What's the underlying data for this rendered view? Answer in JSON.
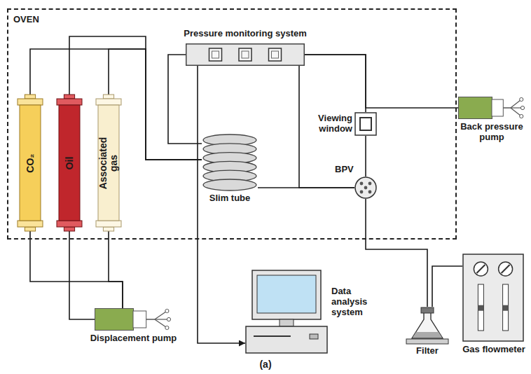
{
  "diagram": {
    "caption": "(a)",
    "nodes": [
      {
        "text": [
          "OVEN"
        ]
      },
      {
        "text": [
          "CO₂"
        ],
        "in": 0
      },
      {
        "text": [
          "Oil"
        ],
        "in": 0
      },
      {
        "text": [
          "Associated gas"
        ],
        "in": 0
      },
      {
        "text": [
          "Pressure monitoring system"
        ],
        "in": 0
      },
      {
        "text": [
          "Slim tube"
        ],
        "in": 0
      },
      {
        "text": [
          "Viewing window"
        ],
        "in": 0
      },
      {
        "text": [
          "BPV"
        ],
        "in": 0
      },
      {
        "text": [
          "Back pressure pump"
        ]
      },
      {
        "text": [
          "Displacement pump"
        ]
      },
      {
        "text": [
          "Data analysis system"
        ]
      },
      {
        "text": [
          "Filter"
        ]
      },
      {
        "text": [
          "Gas flowmeter"
        ]
      }
    ],
    "edges": [
      {
        "from": 1,
        "to": 5,
        "arrow": "none"
      },
      {
        "from": 2,
        "to": 5,
        "arrow": "none"
      },
      {
        "from": 3,
        "to": 5,
        "arrow": "none"
      },
      {
        "from": 9,
        "to": 1,
        "arrow": "none"
      },
      {
        "from": 9,
        "to": 2,
        "arrow": "none"
      },
      {
        "from": 9,
        "to": 3,
        "arrow": "none"
      },
      {
        "from": 4,
        "to": 5,
        "arrow": "none"
      },
      {
        "from": 4,
        "to": 6,
        "arrow": "none"
      },
      {
        "from": 4,
        "to": 8,
        "arrow": "none"
      },
      {
        "from": 4,
        "to": 7,
        "arrow": "none"
      },
      {
        "from": 5,
        "to": 7,
        "arrow": "none"
      },
      {
        "from": 6,
        "to": 7,
        "arrow": "none"
      },
      {
        "from": 4,
        "to": 10,
        "arrow": "to"
      },
      {
        "from": 7,
        "to": 11,
        "arrow": "none"
      },
      {
        "from": 11,
        "to": 12,
        "arrow": "none"
      }
    ]
  }
}
